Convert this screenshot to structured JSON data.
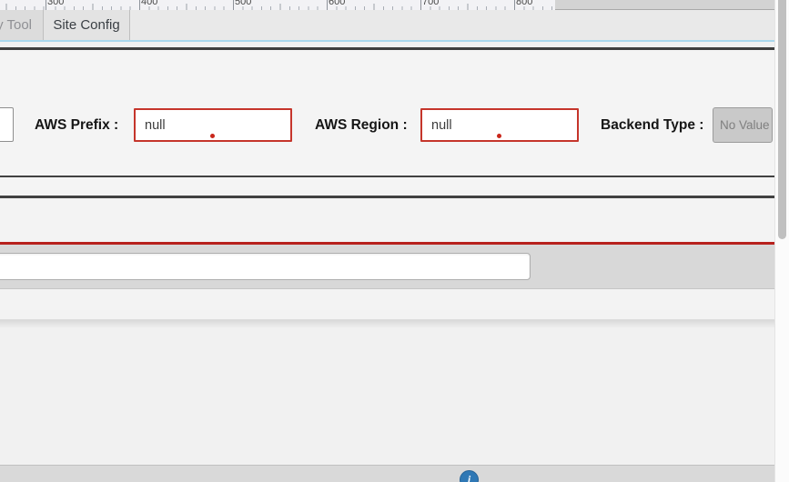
{
  "ruler": {
    "labels": [
      "300",
      "400",
      "500",
      "600",
      "700",
      "800"
    ]
  },
  "tabs": {
    "tool_tab": "y Tool",
    "site_config_tab": "Site Config"
  },
  "form": {
    "aws_prefix_label": "AWS Prefix :",
    "aws_prefix_value": "null",
    "aws_region_label": "AWS Region :",
    "aws_region_value": "null",
    "backend_type_label": "Backend Type :",
    "backend_type_value": "No Value"
  },
  "bottom_input": {
    "value": ""
  },
  "footer": {
    "info_glyph": "i"
  },
  "colors": {
    "accent_blue": "#a9d7ec",
    "error_red": "#c5352b",
    "red_divider": "#b7211d",
    "dark_divider": "#3e3e3e",
    "info_button_blue": "#2f78b5"
  }
}
